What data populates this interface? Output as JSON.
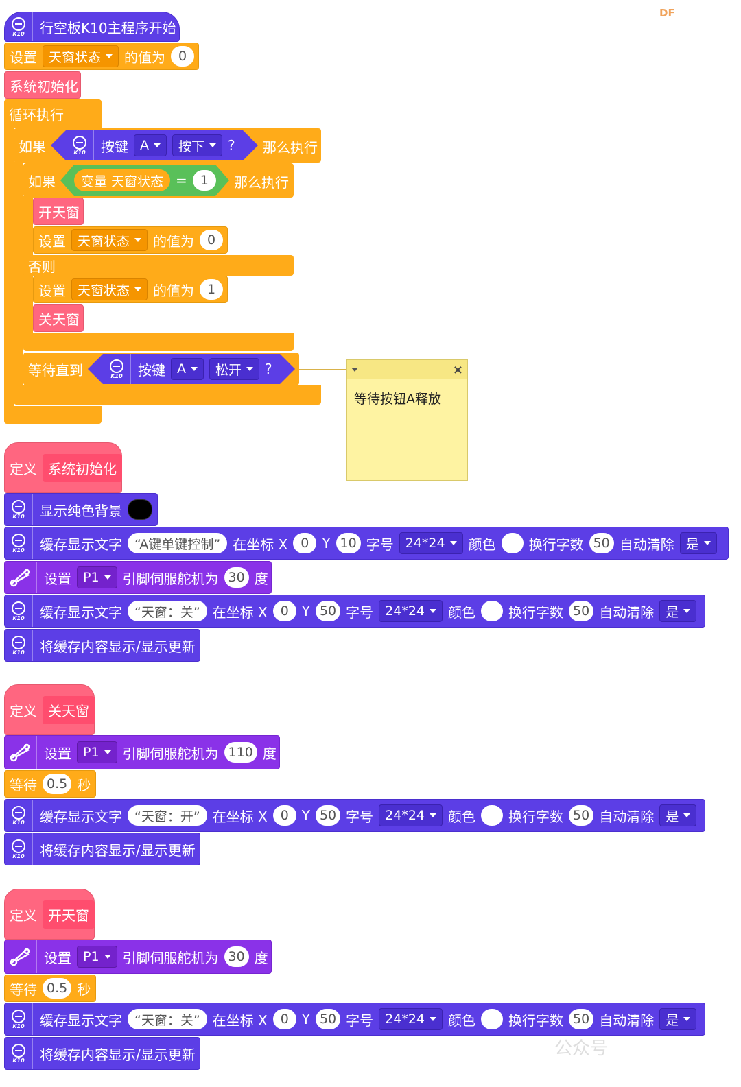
{
  "brand_mark": "DF",
  "watermark": "公众号",
  "k10_label": "K10",
  "main": {
    "hat_label": "行空板K10主程序开始",
    "set1": {
      "set": "设置",
      "var": "天窗状态",
      "value_of": "的值为",
      "value": "0"
    },
    "init_call": "系统初始化",
    "loop": "循环执行",
    "if1": {
      "if": "如果",
      "key": "按键",
      "key_opt": "A",
      "state_opt": "按下",
      "q": "?",
      "then": "那么执行"
    },
    "if2": {
      "if": "如果",
      "var_label": "变量 天窗状态",
      "eq": "=",
      "value": "1",
      "then": "那么执行"
    },
    "open_call": "开天窗",
    "set2": {
      "set": "设置",
      "var": "天窗状态",
      "value_of": "的值为",
      "value": "0"
    },
    "else": "否则",
    "set3": {
      "set": "设置",
      "var": "天窗状态",
      "value_of": "的值为",
      "value": "1"
    },
    "close_call": "关天窗",
    "wait_until": {
      "label": "等待直到",
      "key": "按键",
      "key_opt": "A",
      "state_opt": "松开",
      "q": "?"
    }
  },
  "note": {
    "text": "等待按钮A释放",
    "collapse_icon": "triangle-down-icon",
    "close_icon": "close-icon",
    "close_glyph": "×"
  },
  "def_init": {
    "define": "定义",
    "name": "系统初始化",
    "bg": {
      "label": "显示纯色背景"
    },
    "text1": {
      "label": "缓存显示文字",
      "text": "“A键单键控制”",
      "at_x": "在坐标 X",
      "x": "0",
      "y_label": "Y",
      "y": "10",
      "font_label": "字号",
      "font": "24*24",
      "color_label": "颜色",
      "wrap_label": "换行字数",
      "wrap": "50",
      "clear_label": "自动清除",
      "clear": "是"
    },
    "servo": {
      "set": "设置",
      "pin": "P1",
      "label": "引脚伺服舵机为",
      "angle": "30",
      "unit": "度"
    },
    "text2": {
      "label": "缓存显示文字",
      "text": "“天窗：关”",
      "at_x": "在坐标 X",
      "x": "0",
      "y_label": "Y",
      "y": "50",
      "font_label": "字号",
      "font": "24*24",
      "color_label": "颜色",
      "wrap_label": "换行字数",
      "wrap": "50",
      "clear_label": "自动清除",
      "clear": "是"
    },
    "refresh": "将缓存内容显示/显示更新"
  },
  "def_close": {
    "define": "定义",
    "name": "关天窗",
    "servo": {
      "set": "设置",
      "pin": "P1",
      "label": "引脚伺服舵机为",
      "angle": "110",
      "unit": "度"
    },
    "wait": {
      "label": "等待",
      "value": "0.5",
      "unit": "秒"
    },
    "text": {
      "label": "缓存显示文字",
      "text": "“天窗：开”",
      "at_x": "在坐标 X",
      "x": "0",
      "y_label": "Y",
      "y": "50",
      "font_label": "字号",
      "font": "24*24",
      "color_label": "颜色",
      "wrap_label": "换行字数",
      "wrap": "50",
      "clear_label": "自动清除",
      "clear": "是"
    },
    "refresh": "将缓存内容显示/显示更新"
  },
  "def_open": {
    "define": "定义",
    "name": "开天窗",
    "servo": {
      "set": "设置",
      "pin": "P1",
      "label": "引脚伺服舵机为",
      "angle": "30",
      "unit": "度"
    },
    "wait": {
      "label": "等待",
      "value": "0.5",
      "unit": "秒"
    },
    "text": {
      "label": "缓存显示文字",
      "text": "“天窗：关”",
      "at_x": "在坐标 X",
      "x": "0",
      "y_label": "Y",
      "y": "50",
      "font_label": "字号",
      "font": "24*24",
      "color_label": "颜色",
      "wrap_label": "换行字数",
      "wrap": "50",
      "clear_label": "自动清除",
      "clear": "是"
    },
    "refresh": "将缓存内容显示/显示更新"
  },
  "colors": {
    "control": "#ffab19",
    "function": "#ff6680",
    "k10": "#5c3ee6",
    "servo": "#8a32e8",
    "operator": "#59c059",
    "note": "#fef3a2"
  }
}
